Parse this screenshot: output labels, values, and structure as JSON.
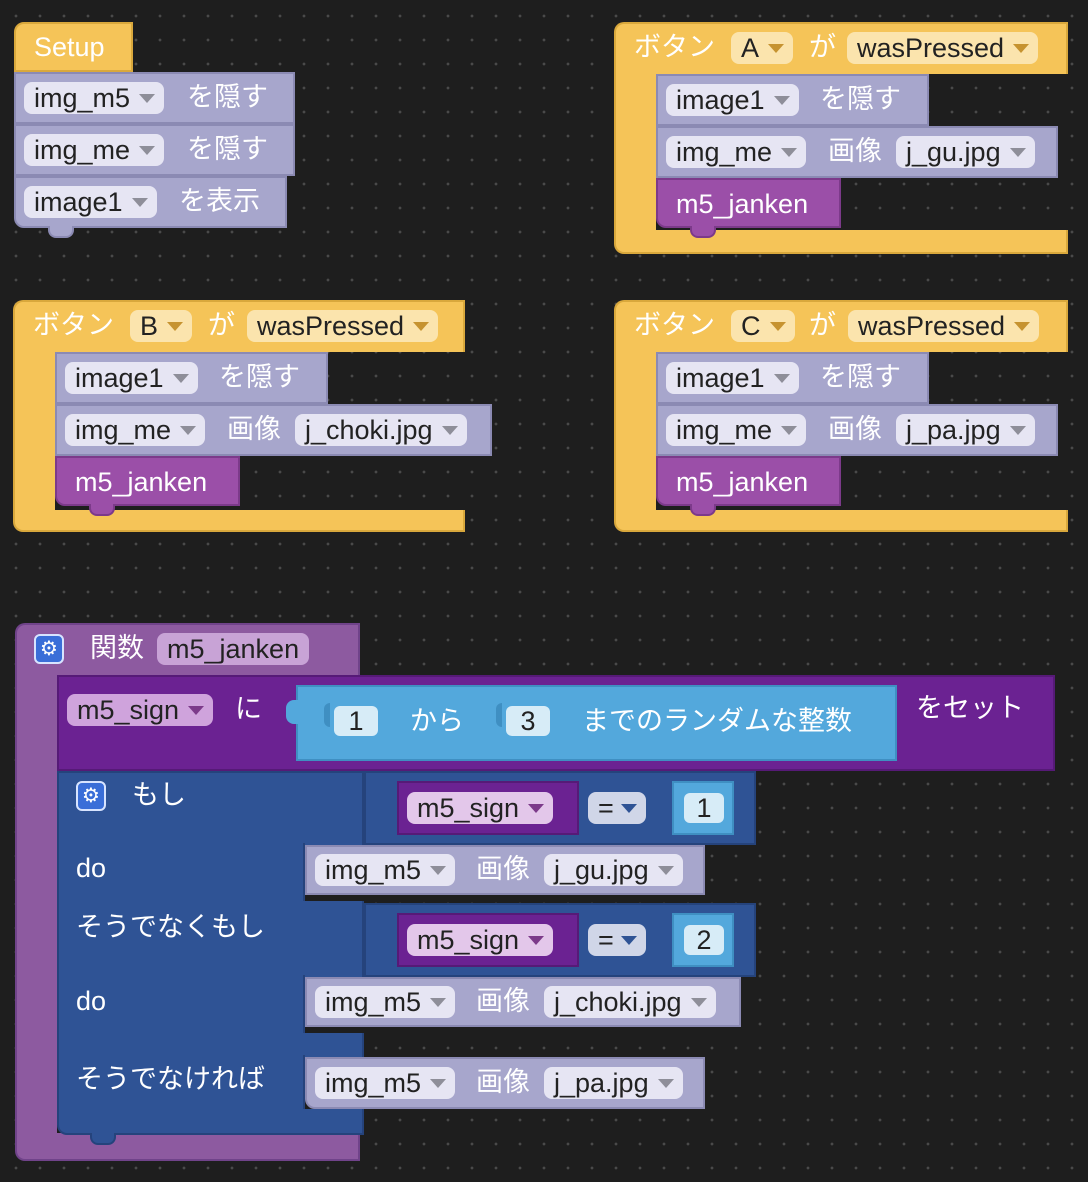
{
  "setup": {
    "title": "Setup",
    "rows": [
      {
        "var": "img_m5",
        "action": "を隠す"
      },
      {
        "var": "img_me",
        "action": "を隠す"
      },
      {
        "var": "image1",
        "action": "を表示"
      }
    ]
  },
  "button_events": [
    {
      "prefix": "ボタン",
      "button": "A",
      "ga": "が",
      "event": "wasPressed",
      "hide_var": "image1",
      "hide_action": "を隠す",
      "img_var": "img_me",
      "img_label": "画像",
      "file": "j_gu.jpg",
      "call": "m5_janken"
    },
    {
      "prefix": "ボタン",
      "button": "B",
      "ga": "が",
      "event": "wasPressed",
      "hide_var": "image1",
      "hide_action": "を隠す",
      "img_var": "img_me",
      "img_label": "画像",
      "file": "j_choki.jpg",
      "call": "m5_janken"
    },
    {
      "prefix": "ボタン",
      "button": "C",
      "ga": "が",
      "event": "wasPressed",
      "hide_var": "image1",
      "hide_action": "を隠す",
      "img_var": "img_me",
      "img_label": "画像",
      "file": "j_pa.jpg",
      "call": "m5_janken"
    }
  ],
  "function": {
    "keyword": "関数",
    "name": "m5_janken",
    "set": {
      "var": "m5_sign",
      "ni": "に",
      "from": "1",
      "kara": "から",
      "to": "3",
      "random_label": "までのランダムな整数",
      "set_label": "をセット"
    },
    "if_block": {
      "if_label": "もし",
      "cond1": {
        "var": "m5_sign",
        "op": "=",
        "value": "1"
      },
      "do1_label": "do",
      "do1": {
        "var": "img_m5",
        "img_label": "画像",
        "file": "j_gu.jpg"
      },
      "elseif_label": "そうでなくもし",
      "cond2": {
        "var": "m5_sign",
        "op": "=",
        "value": "2"
      },
      "do2_label": "do",
      "do2": {
        "var": "img_m5",
        "img_label": "画像",
        "file": "j_choki.jpg"
      },
      "else_label": "そうでなければ",
      "do3": {
        "var": "img_m5",
        "img_label": "画像",
        "file": "j_pa.jpg"
      }
    }
  },
  "colors": {
    "event_yellow": "#f5c458",
    "image_lavender": "#a7a6cc",
    "procedure_purple": "#9b4fa8",
    "variable_purple": "#6b2292",
    "logic_navy": "#2f5395",
    "math_blue": "#53a8dc",
    "workspace": "#1e1e1e"
  }
}
